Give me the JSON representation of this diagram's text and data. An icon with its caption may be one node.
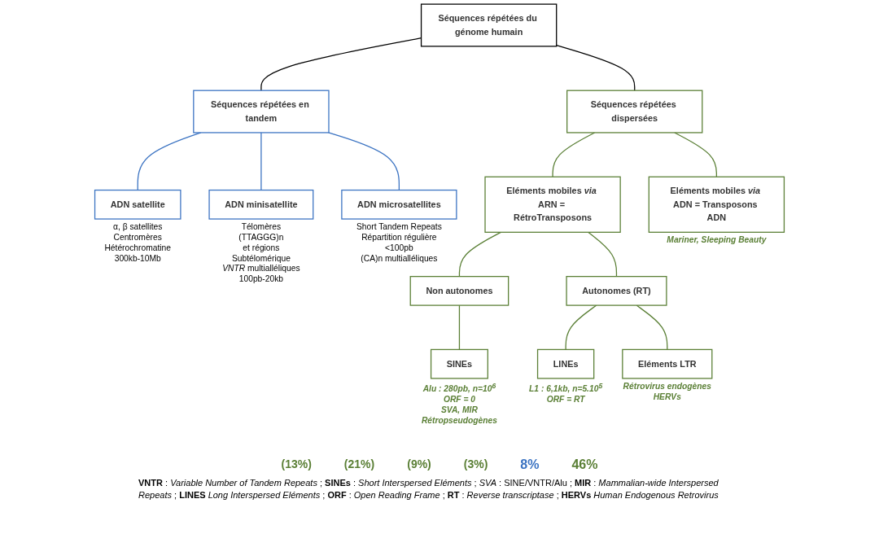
{
  "diagram": {
    "nodes": [
      {
        "text": [
          "Séquences répétées du génome humain"
        ]
      },
      {
        "text": [
          "Séquences répétées en tandem"
        ]
      },
      {
        "text": [
          "Séquences répétées dispersées"
        ]
      },
      {
        "text": [
          "ADN satellite"
        ],
        "beside": [
          "α, β satellites",
          "Centromères",
          "Hétérochromatine",
          "300kb-10Mb"
        ]
      },
      {
        "text": [
          "ADN minisatellite"
        ],
        "beside": [
          "Télomères",
          "(TTAGGG)n",
          "et régions",
          "Subtélomérique",
          "*VNTR* multialléliques",
          "100pb-20kb"
        ]
      },
      {
        "text": [
          "ADN microsatellites"
        ],
        "beside": [
          "Short Tandem Repeats",
          "Répartition régulière",
          "<100pb",
          "(CA)n multialléliques"
        ]
      },
      {
        "text": [
          "Eléments mobiles *via* ARN = RétroTransposons"
        ]
      },
      {
        "text": [
          "Eléments mobiles *via* ADN = Transposons ADN"
        ],
        "beside": [
          "Mariner, Sleeping Beauty"
        ]
      },
      {
        "text": [
          "Non autonomes"
        ]
      },
      {
        "text": [
          "Autonomes (RT)"
        ]
      },
      {
        "text": [
          "SINEs"
        ],
        "beside": [
          "Alu : 280pb, n=10$^{6}$",
          "ORF = 0",
          "SVA, MIR",
          "Rétropseudogènes"
        ]
      },
      {
        "text": [
          "LINEs"
        ],
        "beside": [
          "L1 : 6,1kb, n=5.10$^{5}$",
          "ORF = RT"
        ]
      },
      {
        "text": [
          "Eléments LTR"
        ],
        "beside": [
          "Rétrovirus endogènes",
          "HERVs"
        ]
      }
    ],
    "edges": [
      {
        "from": 0,
        "to": 1,
        "arrow": "none",
        "color": "#000000"
      },
      {
        "from": 0,
        "to": 2,
        "arrow": "none",
        "color": "#000000"
      },
      {
        "from": 1,
        "to": 3,
        "arrow": "none",
        "color": "#3b73c2"
      },
      {
        "from": 1,
        "to": 4,
        "arrow": "none",
        "color": "#3b73c2"
      },
      {
        "from": 1,
        "to": 5,
        "arrow": "none",
        "color": "#3b73c2"
      },
      {
        "from": 2,
        "to": 6,
        "arrow": "none"
      },
      {
        "from": 2,
        "to": 7,
        "arrow": "none"
      },
      {
        "from": 6,
        "to": 8,
        "arrow": "none"
      },
      {
        "from": 6,
        "to": 9,
        "arrow": "none"
      },
      {
        "from": 8,
        "to": 10,
        "arrow": "none"
      },
      {
        "from": 9,
        "to": 11,
        "arrow": "none"
      },
      {
        "from": 9,
        "to": 12,
        "arrow": "none"
      }
    ],
    "labels": [
      "(13%)",
      "(21%)",
      "(9%)",
      "(3%)",
      "8%",
      "46%",
      "**VNTR** : *Variable Number of Tandem Repeats* ; **SINEs** : *Short Interspersed Eléments* ; *SVA* : SINE/VNTR/Alu ; **MIR** : *Mammalian-wide Interspersed Repeats* ; **LINES** *Long Interspersed Eléments* ; **ORF** : *Open Reading Frame* ; **RT** : *Reverse transcriptase* ; **HERVs** *Human Endogenous Retrovirus*"
    ]
  }
}
